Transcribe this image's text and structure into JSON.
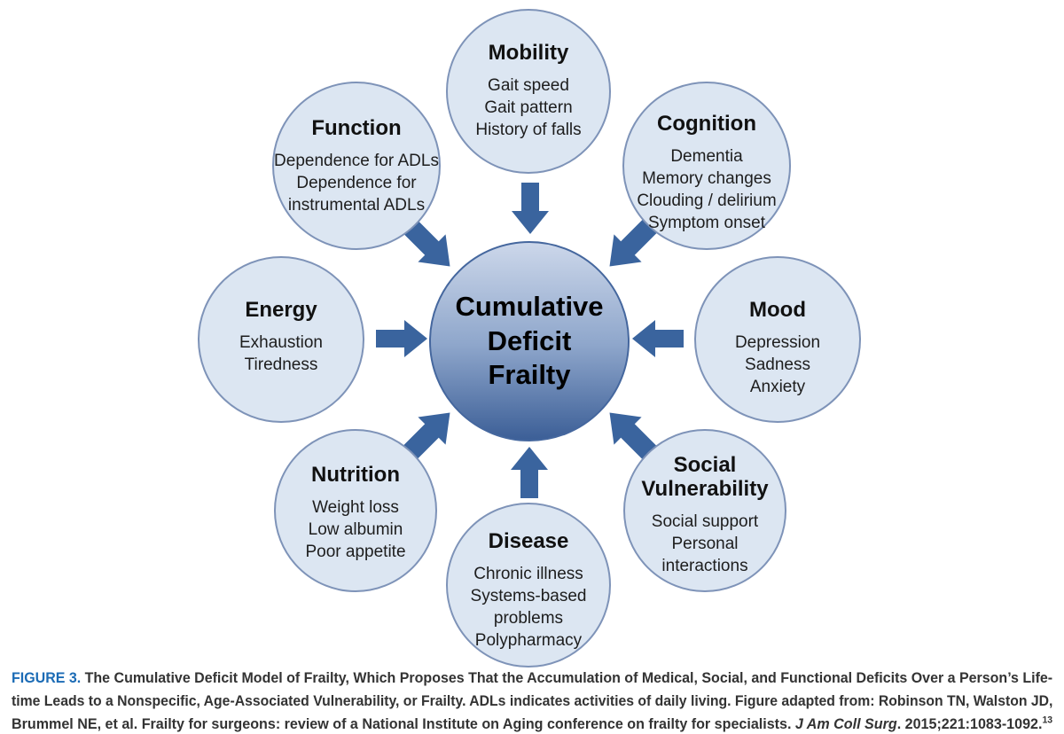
{
  "figure": {
    "center": {
      "title": "Cumulative\nDeficit\nFrailty"
    },
    "satellites": [
      {
        "id": "mobility",
        "title": "Mobility",
        "detail": "Gait speed\nGait pattern\nHistory of falls"
      },
      {
        "id": "function",
        "title": "Function",
        "detail": "Dependence for ADLs\nDependence for\ninstrumental ADLs"
      },
      {
        "id": "cognition",
        "title": "Cognition",
        "detail": "Dementia\nMemory changes\nClouding / delirium\nSymptom onset"
      },
      {
        "id": "energy",
        "title": "Energy",
        "detail": "Exhaustion\nTiredness"
      },
      {
        "id": "mood",
        "title": "Mood",
        "detail": "Depression\nSadness\nAnxiety"
      },
      {
        "id": "nutrition",
        "title": "Nutrition",
        "detail": "Weight loss\nLow albumin\nPoor appetite"
      },
      {
        "id": "disease",
        "title": "Disease",
        "detail": "Chronic illness\nSystems-based\nproblems\nPolypharmacy"
      },
      {
        "id": "social",
        "title": "Social\nVulnerability",
        "detail": "Social support\nPersonal\ninteractions"
      }
    ]
  },
  "caption": {
    "label": "FIGURE 3.",
    "line1": "The Cumulative Deficit Model of Frailty, Which Proposes That the Accumulation of Medical, Social, and Functional Deficits Over a Person’s Life-",
    "line2": "time Leads to a Nonspecific, Age-Associated Vulnerability, or Frailty. ADLs indicates activities of daily living. Figure adapted from: Robinson TN, Walston JD,",
    "line3_pre": "Brummel NE, et al. Frailty for surgeons: review of a National Institute on Aging conference on frailty for specialists.",
    "journal": "J Am Coll Surg",
    "line3_tail": ". 2015;221:1083-1092.",
    "superscript": "13"
  },
  "colors": {
    "circle-fill": "#dce6f2",
    "circle-border": "#7e93b8",
    "arrow": "#3a649e",
    "center-grad-top": "#ccd7ea",
    "center-grad-mid": "#8ea6cb",
    "center-grad-bottom": "#3c5f97",
    "center-border": "#45679e",
    "caption-label": "#1b6bb5",
    "caption-text": "#333333",
    "diagram-text": "#111111"
  }
}
